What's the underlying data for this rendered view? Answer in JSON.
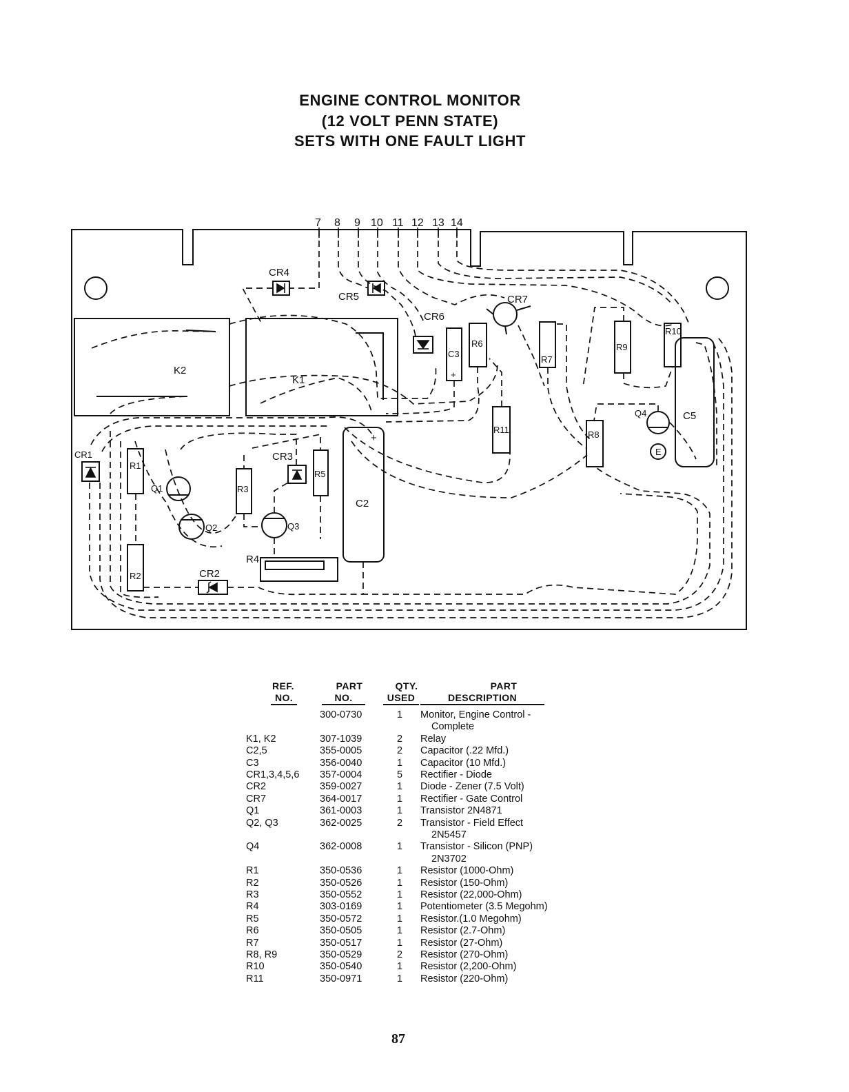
{
  "title": {
    "line1": "ENGINE CONTROL MONITOR",
    "line2": "(12 VOLT PENN STATE)",
    "line3": "SETS WITH ONE FAULT LIGHT"
  },
  "diagram": {
    "terminals": [
      "7",
      "8",
      "9",
      "10",
      "11",
      "12",
      "13",
      "14"
    ],
    "labels": {
      "k1": "K1",
      "k2": "K2",
      "cr1": "CR1",
      "cr2": "CR2",
      "cr3": "CR3",
      "cr4": "CR4",
      "cr5": "CR5",
      "cr6": "CR6",
      "cr7": "CR7",
      "c2": "C2",
      "c3": "C3",
      "c5": "C5",
      "q1": "Q1",
      "q2": "Q2",
      "q3": "Q3",
      "q4": "Q4",
      "r1": "R1",
      "r2": "R2",
      "r3": "R3",
      "r4": "R4",
      "r5": "R5",
      "r6": "R6",
      "r7": "R7",
      "r8": "R8",
      "r9": "R9",
      "r10": "R10",
      "r11": "R11",
      "e": "E"
    },
    "plus_sign": "+"
  },
  "parts_table": {
    "headers": {
      "ref_line1": "REF.",
      "ref_line2": "NO.",
      "part_line1": "PART",
      "part_line2": "NO.",
      "qty_line1": "QTY.",
      "qty_line2": "USED",
      "desc_line1": "PART",
      "desc_line2": "DESCRIPTION"
    },
    "rows": [
      {
        "ref": "",
        "part_no": "300-0730",
        "qty": "1",
        "description": [
          "Monitor, Engine Control -",
          "Complete"
        ]
      },
      {
        "ref": "K1, K2",
        "part_no": "307-1039",
        "qty": "2",
        "description": [
          "Relay"
        ]
      },
      {
        "ref": "C2,5",
        "part_no": "355-0005",
        "qty": "2",
        "description": [
          "Capacitor (.22 Mfd.)"
        ]
      },
      {
        "ref": "C3",
        "part_no": "356-0040",
        "qty": "1",
        "description": [
          "Capacitor (10 Mfd.)"
        ]
      },
      {
        "ref": "CR1,3,4,5,6",
        "part_no": "357-0004",
        "qty": "5",
        "description": [
          "Rectifier - Diode"
        ]
      },
      {
        "ref": "CR2",
        "part_no": "359-0027",
        "qty": "1",
        "description": [
          "Diode - Zener (7.5 Volt)"
        ]
      },
      {
        "ref": "CR7",
        "part_no": "364-0017",
        "qty": "1",
        "description": [
          "Rectifier - Gate Control"
        ]
      },
      {
        "ref": "Q1",
        "part_no": "361-0003",
        "qty": "1",
        "description": [
          "Transistor 2N4871"
        ]
      },
      {
        "ref": "Q2, Q3",
        "part_no": "362-0025",
        "qty": "2",
        "description": [
          "Transistor - Field Effect",
          "2N5457"
        ]
      },
      {
        "ref": "Q4",
        "part_no": "362-0008",
        "qty": "1",
        "description": [
          "Transistor - Silicon (PNP)",
          "2N3702"
        ]
      },
      {
        "ref": "R1",
        "part_no": "350-0536",
        "qty": "1",
        "description": [
          "Resistor (1000-Ohm)"
        ]
      },
      {
        "ref": "R2",
        "part_no": "350-0526",
        "qty": "1",
        "description": [
          "Resistor (150-Ohm)"
        ]
      },
      {
        "ref": "R3",
        "part_no": "350-0552",
        "qty": "1",
        "description": [
          "Resistor (22,000-Ohm)"
        ]
      },
      {
        "ref": "R4",
        "part_no": "303-0169",
        "qty": "1",
        "description": [
          "Potentiometer (3.5 Megohm)"
        ]
      },
      {
        "ref": "R5",
        "part_no": "350-0572",
        "qty": "1",
        "description": [
          "Resistor.(1.0 Megohm)"
        ]
      },
      {
        "ref": "R6",
        "part_no": "350-0505",
        "qty": "1",
        "description": [
          "Resistor (2.7-Ohm)"
        ]
      },
      {
        "ref": "R7",
        "part_no": "350-0517",
        "qty": "1",
        "description": [
          "Resistor (27-Ohm)"
        ]
      },
      {
        "ref": "R8, R9",
        "part_no": "350-0529",
        "qty": "2",
        "description": [
          "Resistor (270-Ohm)"
        ]
      },
      {
        "ref": "R10",
        "part_no": "350-0540",
        "qty": "1",
        "description": [
          "Resistor (2,200-Ohm)"
        ]
      },
      {
        "ref": "R11",
        "part_no": "350-0971",
        "qty": "1",
        "description": [
          "Resistor (220-Ohm)"
        ]
      }
    ]
  },
  "page_number": "87"
}
